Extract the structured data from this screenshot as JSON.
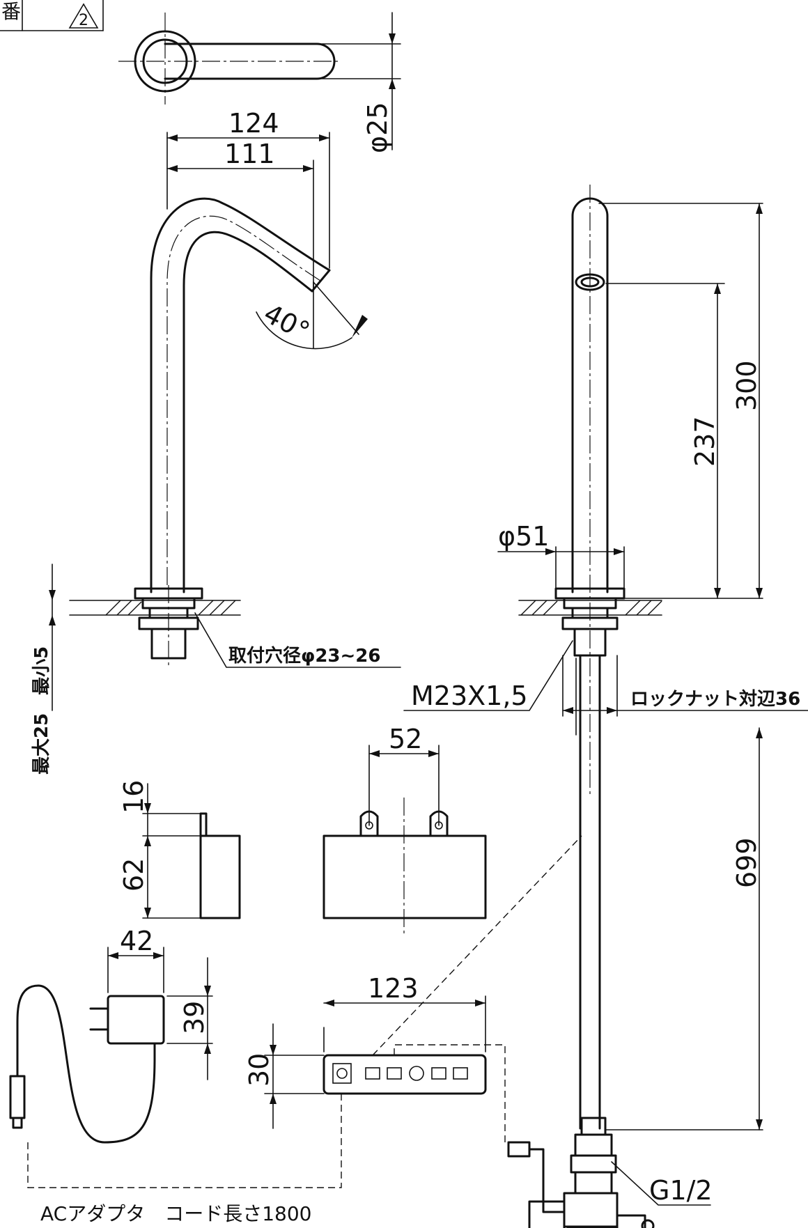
{
  "revision": {
    "label": "2"
  },
  "dimensions": {
    "spout_reach_total": "124",
    "spout_reach": "111",
    "spout_angle": "40°",
    "spout_diameter": "φ25",
    "total_height": "300",
    "sensor_height": "237",
    "base_diameter": "φ51",
    "mount_hole": "取付穴径φ23~26",
    "deck_thickness": "最大25　最小5",
    "thread": "M23X1,5",
    "locknut": "ロックナット対辺36",
    "hose_length": "699",
    "connection": "G1/2",
    "control_width": "52",
    "control_depth_top": "16",
    "control_depth": "62",
    "control_length": "123",
    "control_height": "30",
    "adapter_width": "42",
    "adapter_height": "39",
    "adapter_note": "ACアダプタ　コード長さ1800"
  },
  "palette": {
    "line": "#111111",
    "background": "#ffffff"
  }
}
